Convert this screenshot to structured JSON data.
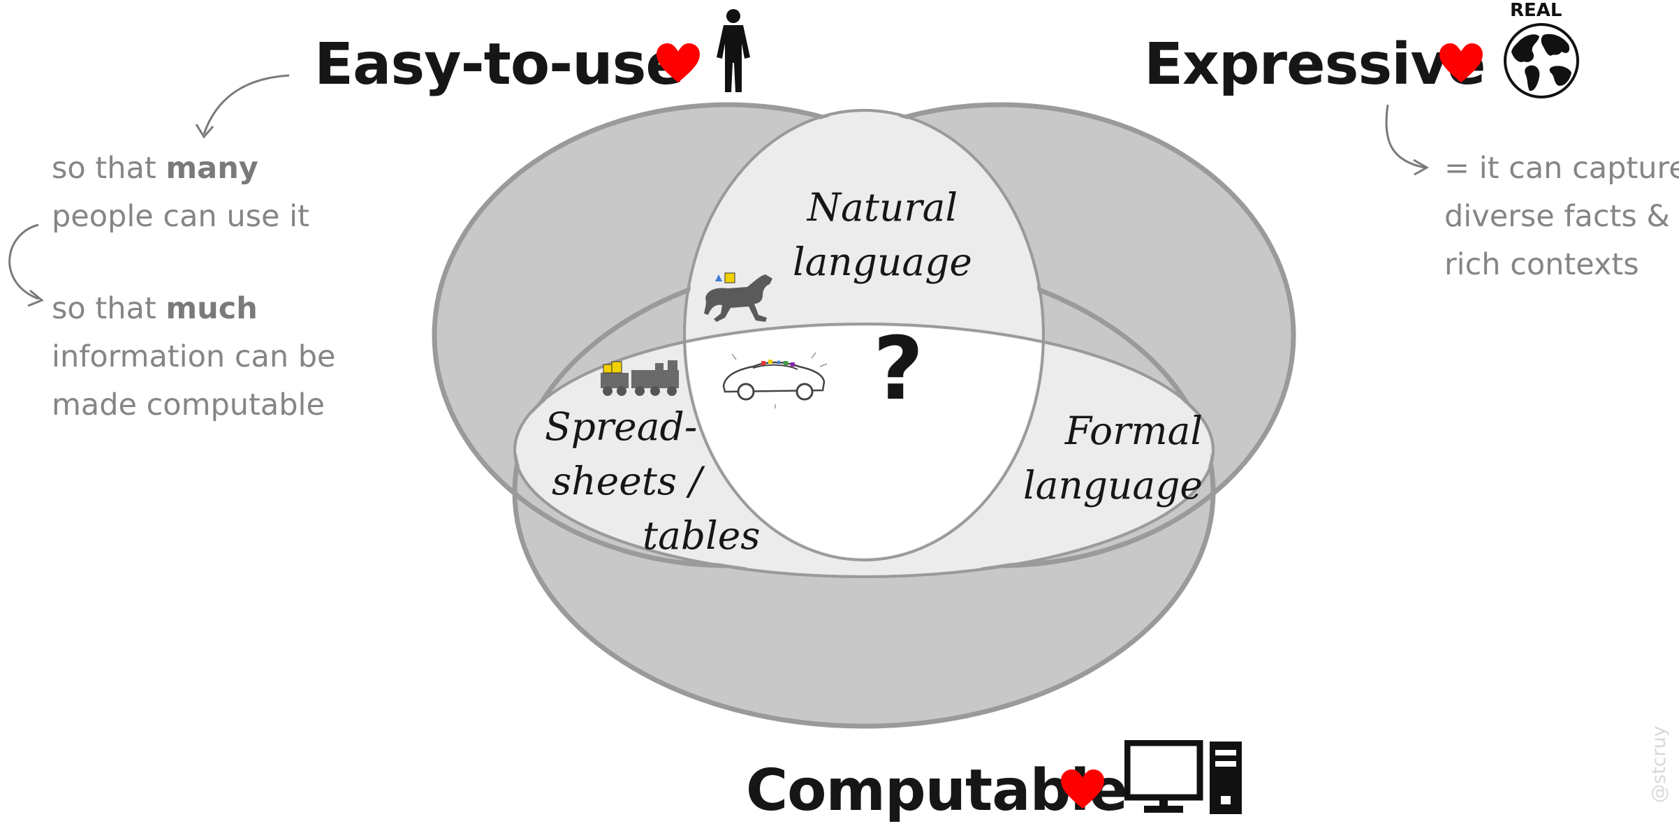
{
  "headings": {
    "easy": "Easy-to-use",
    "expressive": "Expressive",
    "computable": "Computable"
  },
  "notes": {
    "many": {
      "prefix": "so that ",
      "bold": "many",
      "rest": "people can use it"
    },
    "much": {
      "prefix": "so that ",
      "bold": "much",
      "rest1": "information can be",
      "rest2": "made computable"
    },
    "expressive": {
      "line1": "= it can capture",
      "line2": "diverse facts &",
      "line3": "rich contexts"
    }
  },
  "regions": {
    "natural": {
      "line1": "Natural",
      "line2": "language"
    },
    "spreadsheets": {
      "line1": "Spread-",
      "line2": "sheets /",
      "line3": "tables"
    },
    "formal": {
      "line1": "Formal",
      "line2": "language"
    },
    "center": "?"
  },
  "globe_label": "REAL",
  "credit": "@stcruy",
  "icons": {
    "easy": [
      "heart-icon",
      "person-icon"
    ],
    "expressive": [
      "heart-icon",
      "globe-icon"
    ],
    "computable": [
      "heart-icon",
      "computer-icon"
    ],
    "natural": "horse-icon",
    "spreadsheets": "train-icon",
    "center": "car-icon"
  },
  "colors": {
    "heart": "#ff0000",
    "region_dark": "#c8c8c8",
    "region_mid": "#ececec",
    "region_center": "#ffffff",
    "outline": "#9a9a9a",
    "note_text": "#858585"
  }
}
